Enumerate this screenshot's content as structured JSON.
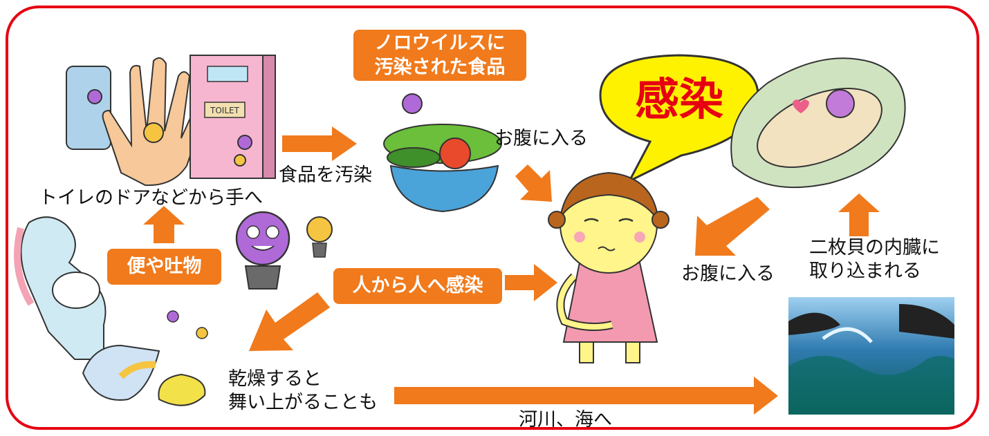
{
  "labels": {
    "hands": "トイレのドアなどから手へ",
    "food_contaminate": "食品を汚染",
    "belly_top": "お腹に入る",
    "belly_right": "お腹に入る",
    "shellfish": "二枚貝の内臓に\n取り込まれる",
    "dry": "乾燥すると\n舞い上がることも",
    "river_sea": "河川、海へ"
  },
  "badges": {
    "food": "ノロウイルスに\n汚染された食品",
    "stool": "便や吐物",
    "person": "人から人へ感染"
  },
  "speech": "感染",
  "door_sign": "TOILET",
  "colors": {
    "frame": "#e60012",
    "arrow": "#f07a1c",
    "speech_fill": "#fff200",
    "speech_text": "#e60012"
  }
}
